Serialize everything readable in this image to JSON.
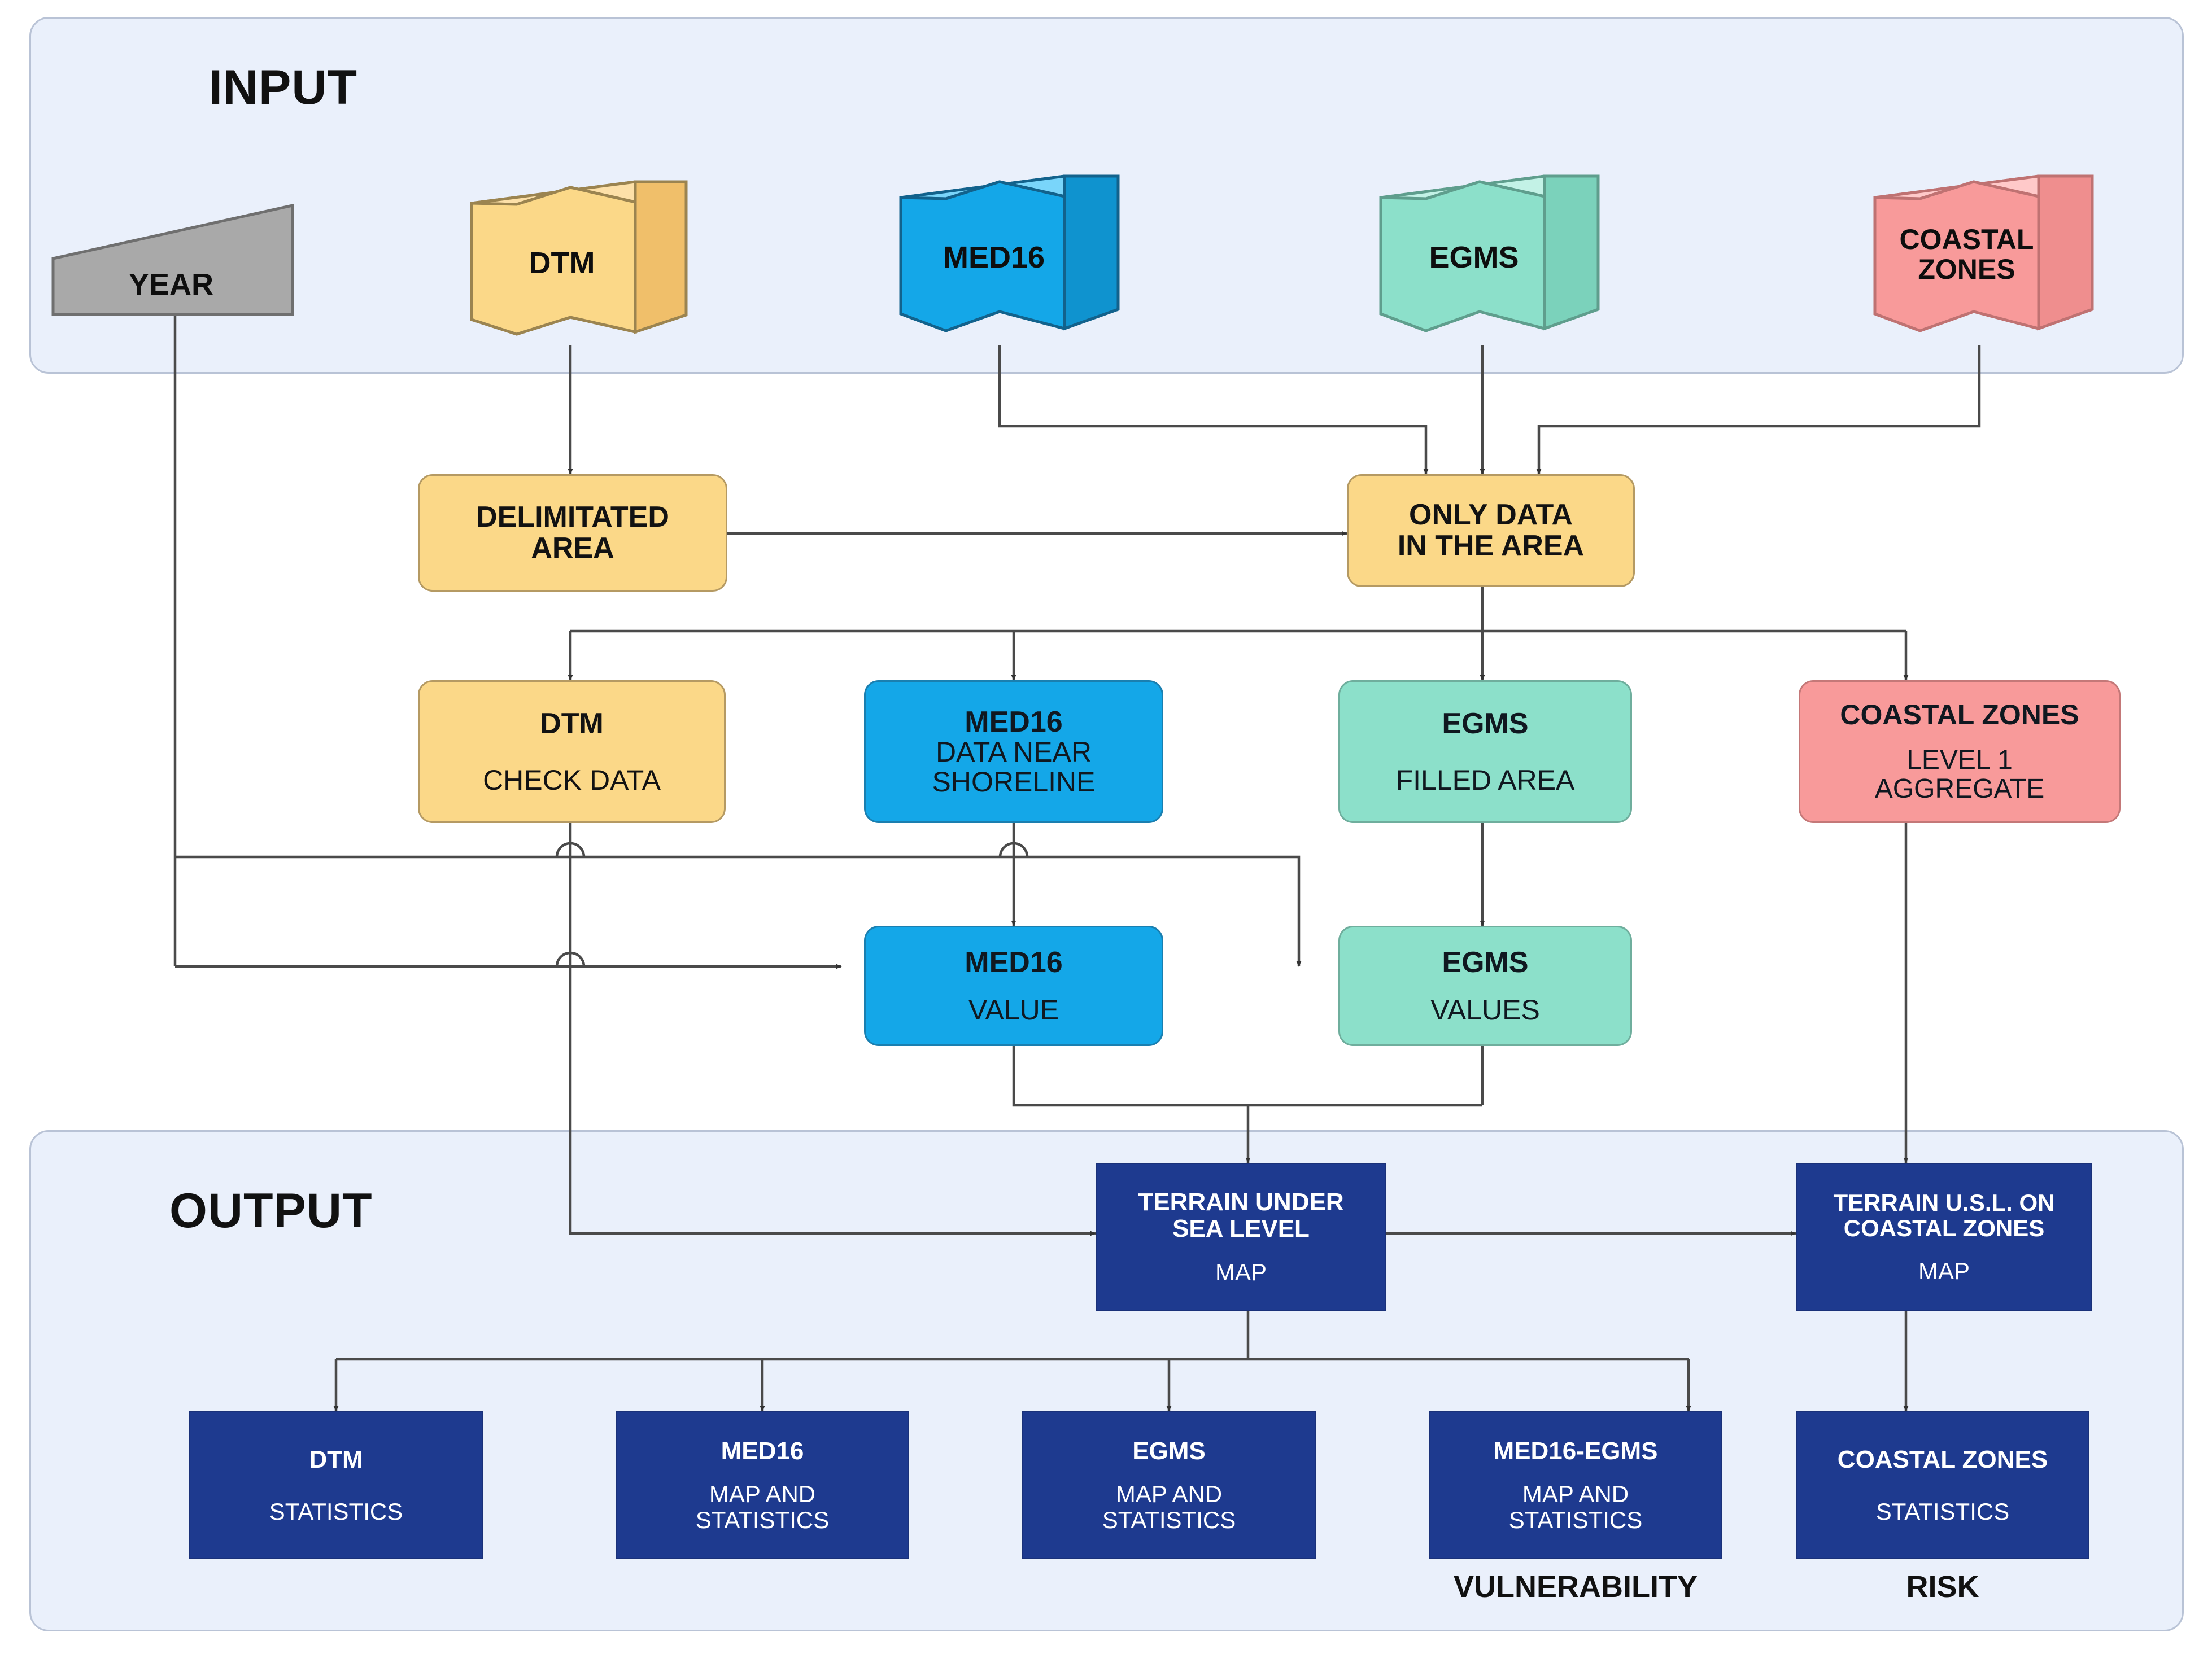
{
  "bands": {
    "input": {
      "label": "INPUT"
    },
    "output": {
      "label": "OUTPUT"
    }
  },
  "input_sources": [
    {
      "label": "YEAR",
      "color": "#a9a9a9",
      "shape": "trapezoid"
    },
    {
      "label": "DTM",
      "color": "#fbd888",
      "shape": "data-block"
    },
    {
      "label": "MED16",
      "color": "#14a7e8",
      "shape": "data-block"
    },
    {
      "label": "EGMS",
      "color": "#8ce0ca",
      "shape": "data-block"
    },
    {
      "label": "COASTAL ZONES",
      "color": "#f89a9a",
      "shape": "data-block"
    }
  ],
  "process_row1": [
    {
      "title": "DELIMITATED",
      "title2": "AREA",
      "sub": "",
      "color": "yellow"
    },
    {
      "title": "ONLY DATA",
      "title2": "IN THE AREA",
      "sub": "",
      "color": "yellow"
    }
  ],
  "process_row2": [
    {
      "title": "DTM",
      "sub": "CHECK DATA",
      "sub2": "",
      "color": "yellow"
    },
    {
      "title": "MED16",
      "sub": "DATA NEAR",
      "sub2": "SHORELINE",
      "color": "blue"
    },
    {
      "title": "EGMS",
      "sub": "FILLED AREA",
      "sub2": "",
      "color": "teal"
    },
    {
      "title": "COASTAL ZONES",
      "sub": "LEVEL 1",
      "sub2": "AGGREGATE",
      "color": "pink"
    }
  ],
  "process_row3": [
    {
      "title": "MED16",
      "sub": "VALUE",
      "color": "blue"
    },
    {
      "title": "EGMS",
      "sub": "VALUES",
      "color": "teal"
    }
  ],
  "output_maps": [
    {
      "title": "TERRAIN UNDER",
      "title2": "SEA LEVEL",
      "sub": "MAP"
    },
    {
      "title": "TERRAIN U.S.L. ON",
      "title2": "COASTAL ZONES",
      "sub": "MAP"
    }
  ],
  "output_results": [
    {
      "title": "DTM",
      "sub": "STATISTICS",
      "sub2": "",
      "tag": ""
    },
    {
      "title": "MED16",
      "sub": "MAP AND",
      "sub2": "STATISTICS",
      "tag": ""
    },
    {
      "title": "EGMS",
      "sub": "MAP AND",
      "sub2": "STATISTICS",
      "tag": ""
    },
    {
      "title": "MED16-EGMS",
      "sub": "MAP AND",
      "sub2": "STATISTICS",
      "tag": "VULNERABILITY"
    },
    {
      "title": "COASTAL ZONES",
      "sub": "STATISTICS",
      "sub2": "",
      "tag": "RISK"
    }
  ],
  "colors": {
    "band_fill": "#eaf0fb",
    "band_stroke": "#b9c3d6",
    "yellow": "#fbd888",
    "blue": "#14a7e8",
    "teal": "#8ce0ca",
    "pink": "#f89a9a",
    "grey": "#a9a9a9",
    "navy": "#1e3a8f",
    "wire": "#4a4a4a"
  }
}
